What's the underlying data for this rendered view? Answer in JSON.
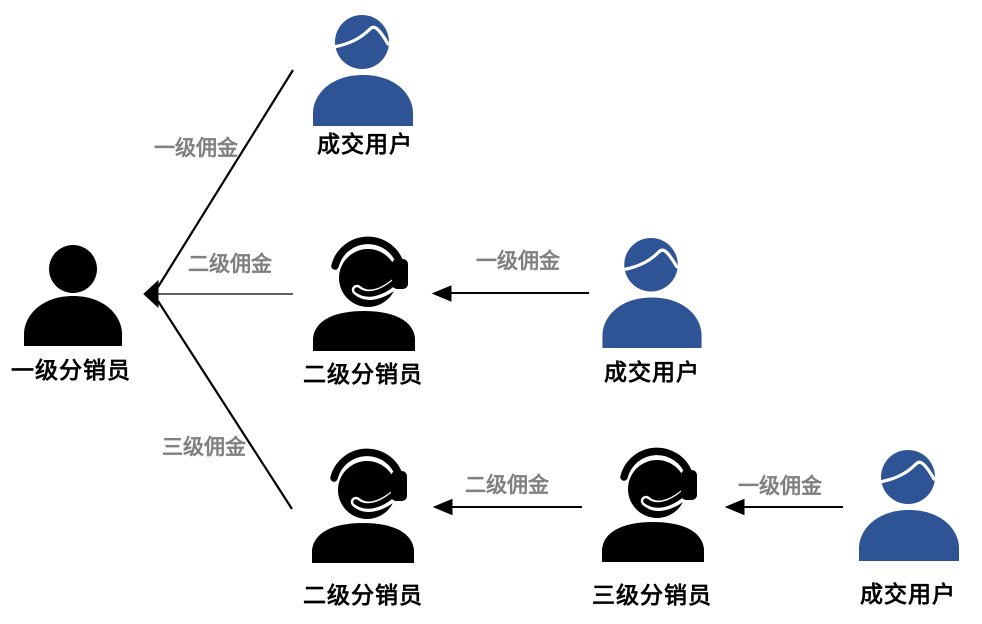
{
  "diagram": {
    "background": "#ffffff",
    "colors": {
      "distributor_icon": "#000000",
      "customer_icon": "#2F5496",
      "node_label": "#000000",
      "edge_label": "#808080",
      "line": "#000000"
    },
    "nodes": [
      {
        "id": "level1-distributor",
        "label": "一级分销员",
        "role": "distributor",
        "icon": "person-icon"
      },
      {
        "id": "customer-top",
        "label": "成交用户",
        "role": "customer",
        "icon": "customer-icon"
      },
      {
        "id": "level2-distributor-middle",
        "label": "二级分销员",
        "role": "distributor",
        "icon": "headset-person-icon"
      },
      {
        "id": "customer-middle",
        "label": "成交用户",
        "role": "customer",
        "icon": "customer-icon"
      },
      {
        "id": "level2-distributor-bottom",
        "label": "二级分销员",
        "role": "distributor",
        "icon": "headset-person-icon"
      },
      {
        "id": "level3-distributor",
        "label": "三级分销员",
        "role": "distributor",
        "icon": "headset-person-icon"
      },
      {
        "id": "customer-bottom",
        "label": "成交用户",
        "role": "customer",
        "icon": "customer-icon"
      }
    ],
    "edges": [
      {
        "from": "customer-top",
        "to": "level1-distributor",
        "label": "一级佣金"
      },
      {
        "from": "level2-distributor-middle",
        "to": "level1-distributor",
        "label": "二级佣金"
      },
      {
        "from": "level2-distributor-bottom",
        "to": "level1-distributor",
        "label": "三级佣金"
      },
      {
        "from": "customer-middle",
        "to": "level2-distributor-middle",
        "label": "一级佣金"
      },
      {
        "from": "level3-distributor",
        "to": "level2-distributor-bottom",
        "label": "二级佣金"
      },
      {
        "from": "customer-bottom",
        "to": "level3-distributor",
        "label": "一级佣金"
      }
    ]
  }
}
